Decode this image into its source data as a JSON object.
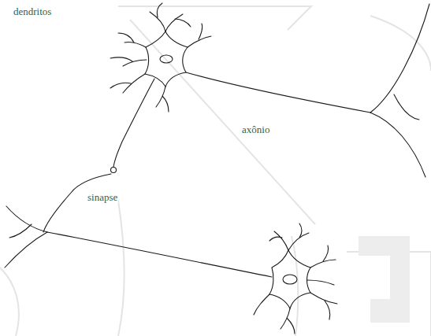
{
  "diagram": {
    "labels": [
      "dendritos",
      "axônio",
      "sinapse"
    ]
  }
}
